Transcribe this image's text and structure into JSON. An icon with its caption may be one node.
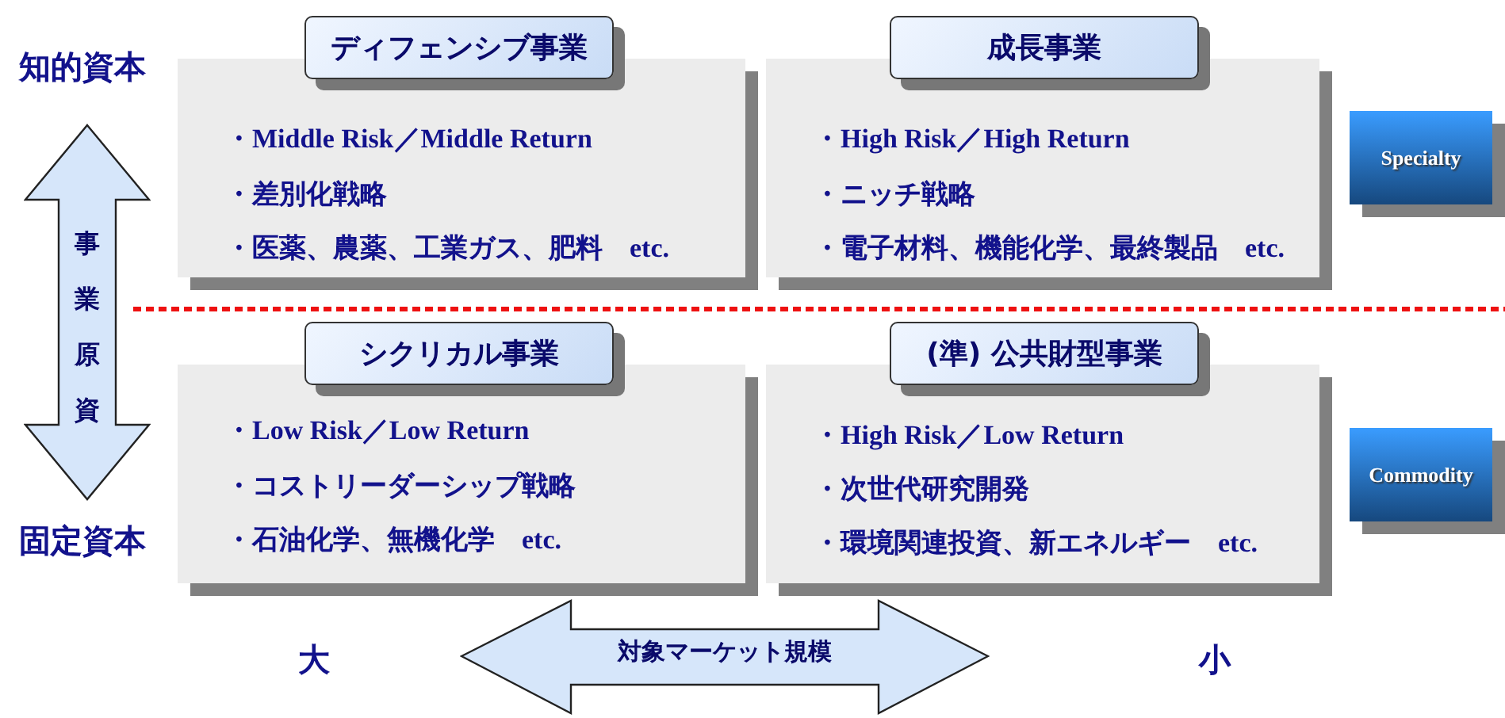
{
  "diagram": {
    "nodes": [
      {
        "text": [
          "ディフェンシブ事業",
          "・Middle Risk／Middle Return",
          "・差別化戦略",
          "・医薬、農薬、工業ガス、肥料　etc."
        ]
      },
      {
        "text": [
          "成長事業",
          "・High Risk／High Return",
          "・ニッチ戦略",
          "・電子材料、機能化学、最終製品　etc."
        ]
      },
      {
        "text": [
          "シクリカル事業",
          "・Low Risk／Low Return",
          "・コストリーダーシップ戦略",
          "・石油化学、無機化学　etc."
        ]
      },
      {
        "text": [
          "(準) 公共財型事業",
          "・High Risk／Low Return",
          "・次世代研究開発",
          "・環境関連投資、新エネルギー　etc."
        ]
      },
      {
        "text": [
          "Specialty"
        ]
      },
      {
        "text": [
          "Commodity"
        ]
      },
      {
        "text": [
          "事業原資"
        ]
      },
      {
        "text": [
          "対象マーケット規模"
        ]
      }
    ],
    "edges": [],
    "labels": [
      "知的資本",
      "固定資本",
      "大",
      "小"
    ]
  }
}
